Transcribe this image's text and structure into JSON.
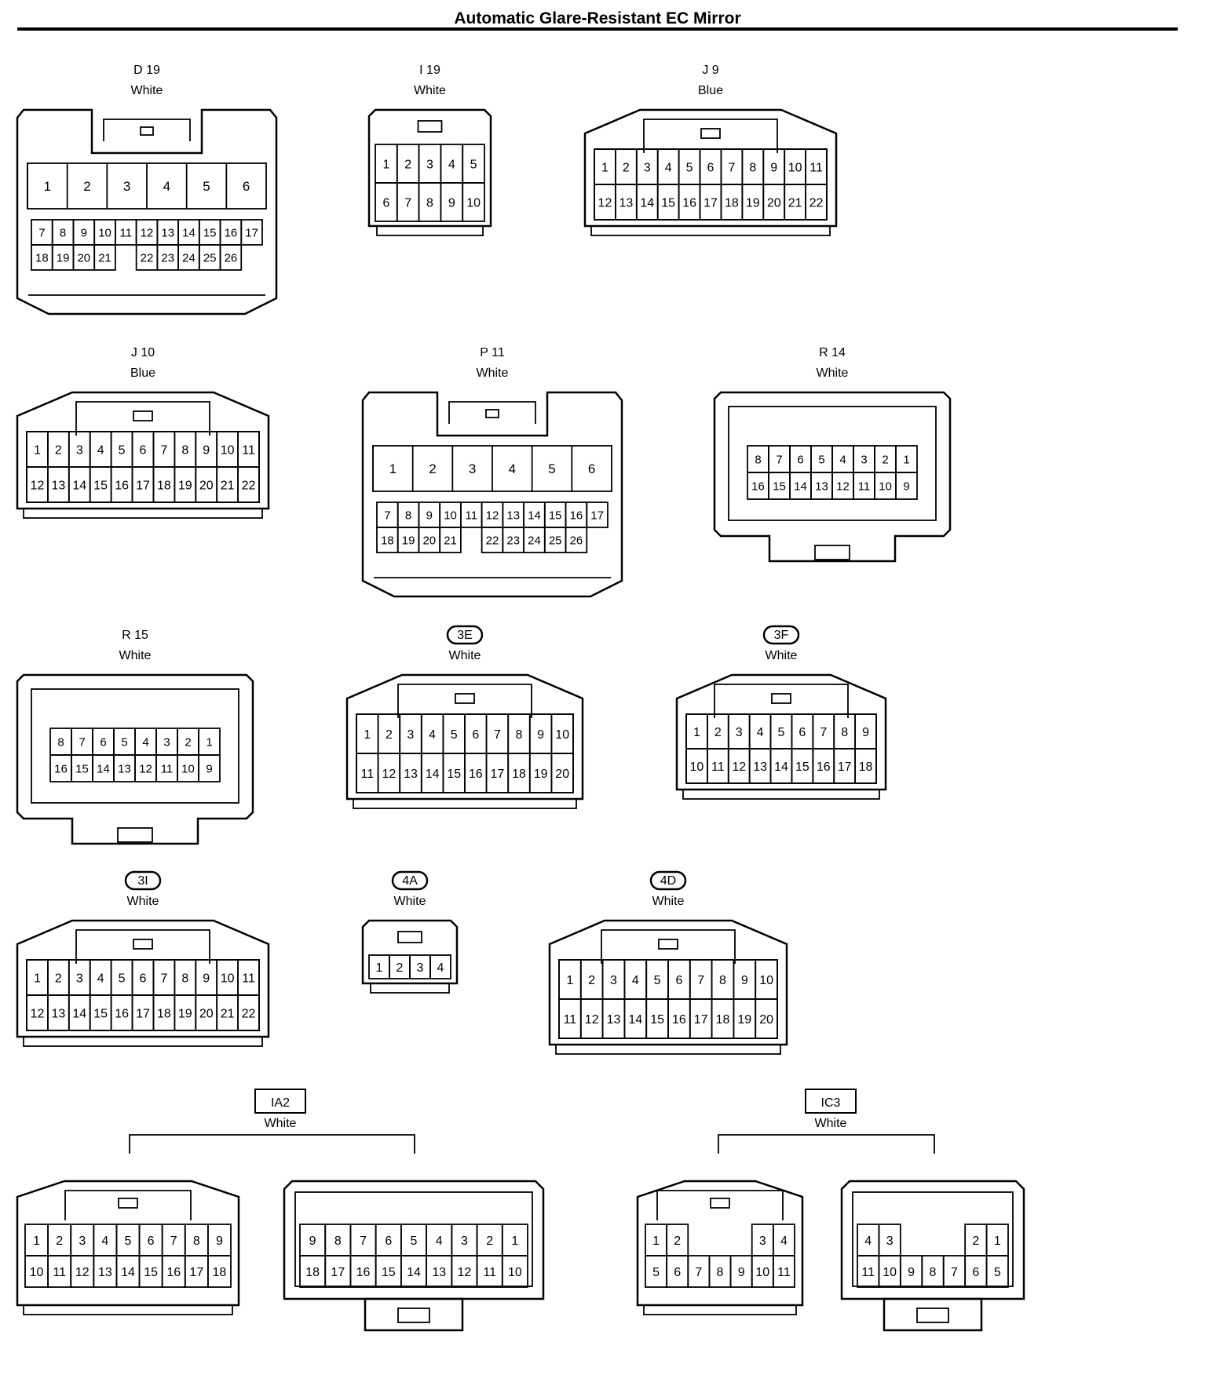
{
  "title": "Automatic Glare-Resistant EC Mirror",
  "connectors": [
    {
      "id": "D 19",
      "color": "White",
      "tagged": false,
      "rows": [
        [
          "1",
          "2",
          "3",
          "4",
          "5",
          "6"
        ],
        [
          "7",
          "8",
          "9",
          "10",
          "11",
          "12",
          "13",
          "14",
          "15",
          "16",
          "17"
        ],
        [
          "18",
          "19",
          "20",
          "21",
          "",
          "22",
          "23",
          "24",
          "25",
          "26"
        ]
      ]
    },
    {
      "id": "I 19",
      "color": "White",
      "tagged": false,
      "rows": [
        [
          "1",
          "2",
          "3",
          "4",
          "5"
        ],
        [
          "6",
          "7",
          "8",
          "9",
          "10"
        ]
      ]
    },
    {
      "id": "J 9",
      "color": "Blue",
      "tagged": false,
      "rows": [
        [
          "1",
          "2",
          "3",
          "4",
          "5",
          "6",
          "7",
          "8",
          "9",
          "10",
          "11"
        ],
        [
          "12",
          "13",
          "14",
          "15",
          "16",
          "17",
          "18",
          "19",
          "20",
          "21",
          "22"
        ]
      ]
    },
    {
      "id": "J 10",
      "color": "Blue",
      "tagged": false,
      "rows": [
        [
          "1",
          "2",
          "3",
          "4",
          "5",
          "6",
          "7",
          "8",
          "9",
          "10",
          "11"
        ],
        [
          "12",
          "13",
          "14",
          "15",
          "16",
          "17",
          "18",
          "19",
          "20",
          "21",
          "22"
        ]
      ]
    },
    {
      "id": "P 11",
      "color": "White",
      "tagged": false,
      "rows": [
        [
          "1",
          "2",
          "3",
          "4",
          "5",
          "6"
        ],
        [
          "7",
          "8",
          "9",
          "10",
          "11",
          "12",
          "13",
          "14",
          "15",
          "16",
          "17"
        ],
        [
          "18",
          "19",
          "20",
          "21",
          "",
          "22",
          "23",
          "24",
          "25",
          "26"
        ]
      ]
    },
    {
      "id": "R 14",
      "color": "White",
      "tagged": false,
      "rows": [
        [
          "8",
          "7",
          "6",
          "5",
          "4",
          "3",
          "2",
          "1"
        ],
        [
          "16",
          "15",
          "14",
          "13",
          "12",
          "11",
          "10",
          "9"
        ]
      ]
    },
    {
      "id": "R 15",
      "color": "White",
      "tagged": false,
      "rows": [
        [
          "8",
          "7",
          "6",
          "5",
          "4",
          "3",
          "2",
          "1"
        ],
        [
          "16",
          "15",
          "14",
          "13",
          "12",
          "11",
          "10",
          "9"
        ]
      ]
    },
    {
      "id": "3E",
      "color": "White",
      "tagged": true,
      "rows": [
        [
          "1",
          "2",
          "3",
          "4",
          "5",
          "6",
          "7",
          "8",
          "9",
          "10"
        ],
        [
          "11",
          "12",
          "13",
          "14",
          "15",
          "16",
          "17",
          "18",
          "19",
          "20"
        ]
      ]
    },
    {
      "id": "3F",
      "color": "White",
      "tagged": true,
      "rows": [
        [
          "1",
          "2",
          "3",
          "4",
          "5",
          "6",
          "7",
          "8",
          "9"
        ],
        [
          "10",
          "11",
          "12",
          "13",
          "14",
          "15",
          "16",
          "17",
          "18"
        ]
      ]
    },
    {
      "id": "3I",
      "color": "White",
      "tagged": true,
      "rows": [
        [
          "1",
          "2",
          "3",
          "4",
          "5",
          "6",
          "7",
          "8",
          "9",
          "10",
          "11"
        ],
        [
          "12",
          "13",
          "14",
          "15",
          "16",
          "17",
          "18",
          "19",
          "20",
          "21",
          "22"
        ]
      ]
    },
    {
      "id": "4A",
      "color": "White",
      "tagged": true,
      "rows": [
        [
          "1",
          "2",
          "3",
          "4"
        ]
      ]
    },
    {
      "id": "4D",
      "color": "White",
      "tagged": true,
      "rows": [
        [
          "1",
          "2",
          "3",
          "4",
          "5",
          "6",
          "7",
          "8",
          "9",
          "10"
        ],
        [
          "11",
          "12",
          "13",
          "14",
          "15",
          "16",
          "17",
          "18",
          "19",
          "20"
        ]
      ]
    }
  ],
  "pairs": [
    {
      "id": "IA2",
      "color": "White",
      "male": {
        "rows": [
          [
            "1",
            "2",
            "3",
            "4",
            "5",
            "6",
            "7",
            "8",
            "9"
          ],
          [
            "10",
            "11",
            "12",
            "13",
            "14",
            "15",
            "16",
            "17",
            "18"
          ]
        ]
      },
      "female": {
        "rows": [
          [
            "9",
            "8",
            "7",
            "6",
            "5",
            "4",
            "3",
            "2",
            "1"
          ],
          [
            "18",
            "17",
            "16",
            "15",
            "14",
            "13",
            "12",
            "11",
            "10"
          ]
        ]
      }
    },
    {
      "id": "IC3",
      "color": "White",
      "male": {
        "rows": [
          [
            "1",
            "2",
            "",
            "",
            "",
            "3",
            "4"
          ],
          [
            "5",
            "6",
            "7",
            "8",
            "9",
            "10",
            "11"
          ]
        ]
      },
      "female": {
        "rows": [
          [
            "4",
            "3",
            "",
            "",
            "",
            "2",
            "1"
          ],
          [
            "11",
            "10",
            "9",
            "8",
            "7",
            "6",
            "5"
          ]
        ]
      }
    }
  ]
}
